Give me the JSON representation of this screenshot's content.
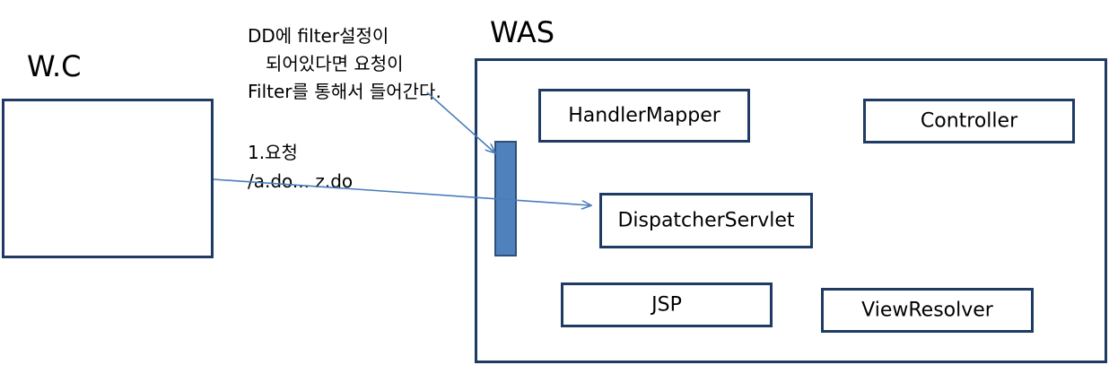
{
  "diagram": {
    "client_label": "W.C",
    "server_label": "WAS",
    "note_lines": [
      "DD에 filter설정이",
      "되어있다면 요청이",
      "Filter를 통해서 들어간다."
    ],
    "request_lines": [
      "1.요청",
      "/a.do... z.do"
    ],
    "components": {
      "handler_mapper": "HandlerMapper",
      "controller": "Controller",
      "dispatcher_servlet": "DispatcherServlet",
      "jsp": "JSP",
      "view_resolver": "ViewResolver"
    },
    "colors": {
      "box_border": "#1f3b63",
      "filter_fill": "#4f81bd",
      "arrow": "#4a7ebb"
    }
  }
}
